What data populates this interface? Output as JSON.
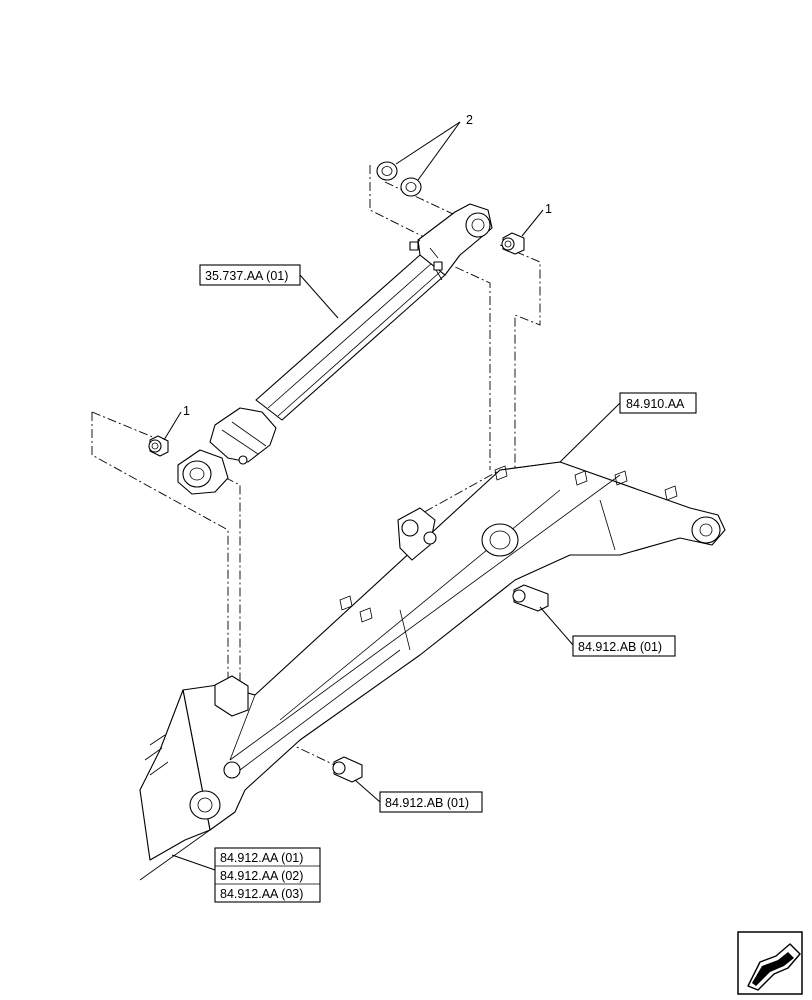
{
  "callouts": {
    "item_2": "2",
    "item_1_top": "1",
    "item_1_left": "1",
    "cylinder_ref": "35.737.AA (01)",
    "boom_ref": "84.910.AA",
    "pin_ref_right": "84.912.AB (01)",
    "pin_ref_lower": "84.912.AB (01)",
    "foot_refs": [
      "84.912.AA (01)",
      "84.912.AA (02)",
      "84.912.AA (03)"
    ]
  },
  "icons": {
    "orientation": "view-direction-arrow-icon"
  }
}
